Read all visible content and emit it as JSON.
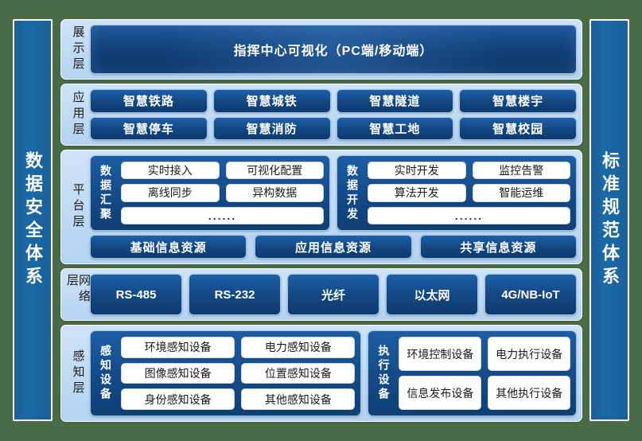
{
  "diagram": {
    "title_left_pillar": "数据安全体系",
    "title_right_pillar": "标准规范体系",
    "layers": {
      "display": {
        "label": "展示层",
        "banner": "指挥中心可视化（PC端/移动端）"
      },
      "application": {
        "label": "应用层",
        "row1": [
          "智慧铁路",
          "智慧城铁",
          "智慧隧道",
          "智慧楼宇"
        ],
        "row2": [
          "智慧停车",
          "智慧消防",
          "智慧工地",
          "智慧校园"
        ]
      },
      "platform": {
        "label": "平台层",
        "group_left": {
          "title": "数据汇聚",
          "row1": [
            "实时接入",
            "可视化配置"
          ],
          "row2": [
            "离线同步",
            "异构数据"
          ],
          "row3": [
            "......"
          ]
        },
        "group_right": {
          "title": "数据开发",
          "row1": [
            "实时开发",
            "监控告警"
          ],
          "row2": [
            "算法开发",
            "智能运维"
          ],
          "row3": [
            "......"
          ]
        },
        "resources": [
          "基础信息资源",
          "应用信息资源",
          "共享信息资源"
        ]
      },
      "network": {
        "label": "网络层",
        "items": [
          "RS-485",
          "RS-232",
          "光纤",
          "以太网",
          "4G/NB-IoT"
        ]
      },
      "perception": {
        "label": "感知层",
        "group_left": {
          "title": "感知设备",
          "row1": [
            "环境感知设备",
            "电力感知设备"
          ],
          "row2": [
            "图像感知设备",
            "位置感知设备"
          ],
          "row3": [
            "身份感知设备",
            "其他感知设备"
          ]
        },
        "group_right": {
          "title": "执行设备",
          "row1": [
            "环境控制设备",
            "电力执行设备"
          ],
          "row2": [
            "信息发布设备",
            "其他执行设备"
          ]
        }
      }
    },
    "colors": {
      "page_background": "#4a6b47",
      "pillar_blue": "#1a6aa8",
      "chip_blue_dark": "#0e3a6e",
      "chip_blue_light": "#1e5fa8",
      "layer_panel_light": "#b3d3f0",
      "white_box": "#ffffff",
      "text_on_dark": "#ffffff",
      "text_on_light": "#1a1a1a"
    }
  }
}
